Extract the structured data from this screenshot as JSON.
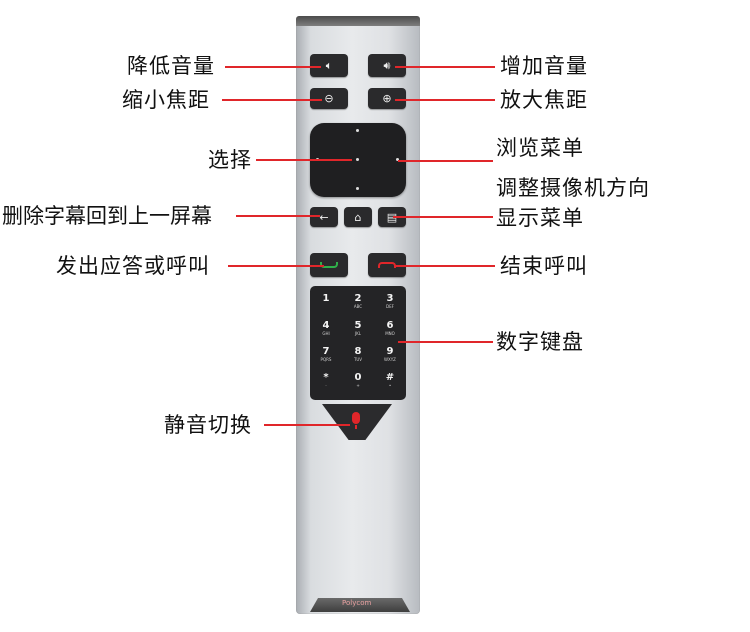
{
  "labels": {
    "volume_down": "降低音量",
    "volume_up": "增加音量",
    "zoom_out": "缩小焦距",
    "zoom_in": "放大焦距",
    "select": "选择",
    "browse_menu": "浏览菜单",
    "adjust_camera": "调整摄像机方向",
    "back_delete": "删除字幕回到上一屏幕",
    "show_menu": "显示菜单",
    "call_answer": "发出应答或呼叫",
    "end_call": "结束呼叫",
    "keypad": "数字键盘",
    "mute_toggle": "静音切换"
  },
  "keys": [
    {
      "digit": "1",
      "sub": ""
    },
    {
      "digit": "2",
      "sub": "ABC"
    },
    {
      "digit": "3",
      "sub": "DEF"
    },
    {
      "digit": "4",
      "sub": "GHI"
    },
    {
      "digit": "5",
      "sub": "JKL"
    },
    {
      "digit": "6",
      "sub": "MNO"
    },
    {
      "digit": "7",
      "sub": "PQRS"
    },
    {
      "digit": "8",
      "sub": "TUV"
    },
    {
      "digit": "9",
      "sub": "WXYZ"
    },
    {
      "digit": "*",
      "sub": "·"
    },
    {
      "digit": "0",
      "sub": "+"
    },
    {
      "digit": "#",
      "sub": "•"
    }
  ],
  "brand": "Polycom",
  "colors": {
    "leader_line": "#e0262a",
    "call_green": "#2fb04a",
    "end_red": "#e0262a",
    "button_dark": "#2a2a2c"
  }
}
